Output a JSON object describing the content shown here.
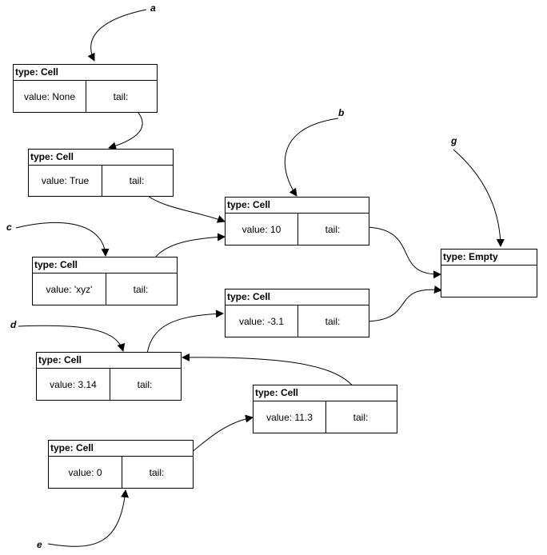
{
  "variables": {
    "a": "a",
    "b": "b",
    "c": "c",
    "d": "d",
    "e": "e",
    "g": "g"
  },
  "nodes": {
    "cell_none": {
      "type": "type: Cell",
      "value": "value: None",
      "tail": "tail:"
    },
    "cell_true": {
      "type": "type: Cell",
      "value": "value: True",
      "tail": "tail:"
    },
    "cell_10": {
      "type": "type: Cell",
      "value": "value: 10",
      "tail": "tail:"
    },
    "cell_xyz": {
      "type": "type: Cell",
      "value": "value: 'xyz'",
      "tail": "tail:"
    },
    "cell_neg31": {
      "type": "type: Cell",
      "value": "value: -3.1",
      "tail": "tail:"
    },
    "cell_314": {
      "type": "type: Cell",
      "value": "value: 3.14",
      "tail": "tail:"
    },
    "cell_113": {
      "type": "type: Cell",
      "value": "value: 11.3",
      "tail": "tail:"
    },
    "cell_0": {
      "type": "type: Cell",
      "value": "value: 0",
      "tail": "tail:"
    },
    "empty": {
      "type": "type: Empty"
    }
  },
  "colors": {
    "line": "#000000",
    "background": "#ffffff"
  }
}
